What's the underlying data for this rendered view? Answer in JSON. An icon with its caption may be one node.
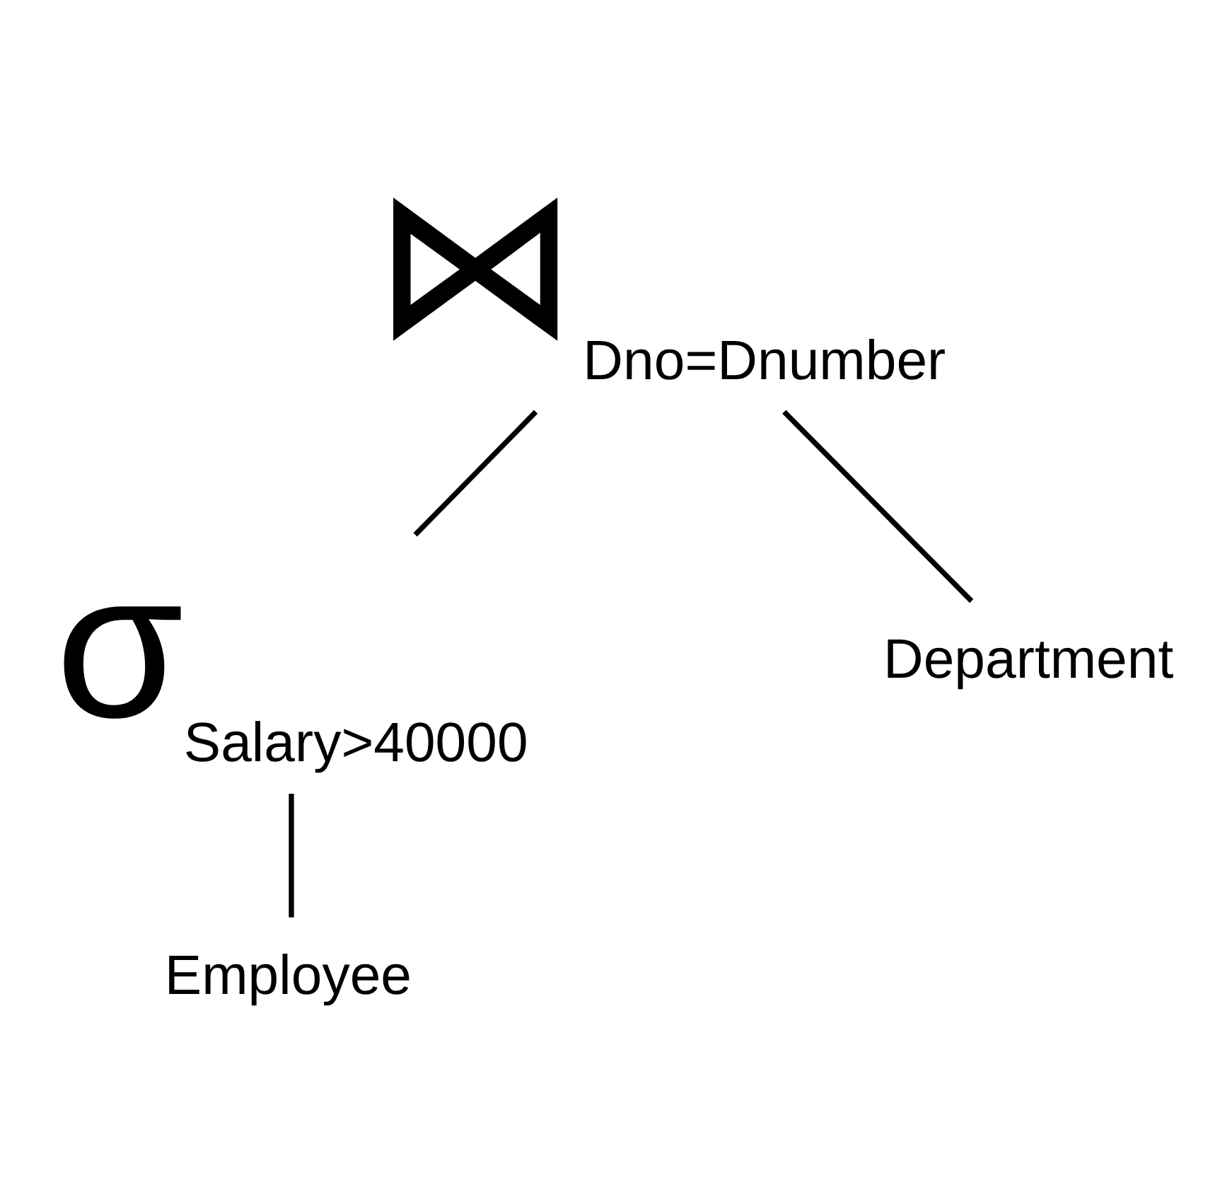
{
  "diagram": {
    "nodes": [
      {
        "text": [
          "⋈",
          "Dno=Dnumber"
        ]
      },
      {
        "text": [
          "σ",
          "Salary>40000"
        ]
      },
      {
        "text": [
          "Department"
        ]
      },
      {
        "text": [
          "Employee"
        ]
      }
    ],
    "edges": [
      {
        "from": 0,
        "to": 1,
        "arrow": "none"
      },
      {
        "from": 0,
        "to": 2,
        "arrow": "none"
      },
      {
        "from": 1,
        "to": 3,
        "arrow": "none"
      }
    ]
  }
}
